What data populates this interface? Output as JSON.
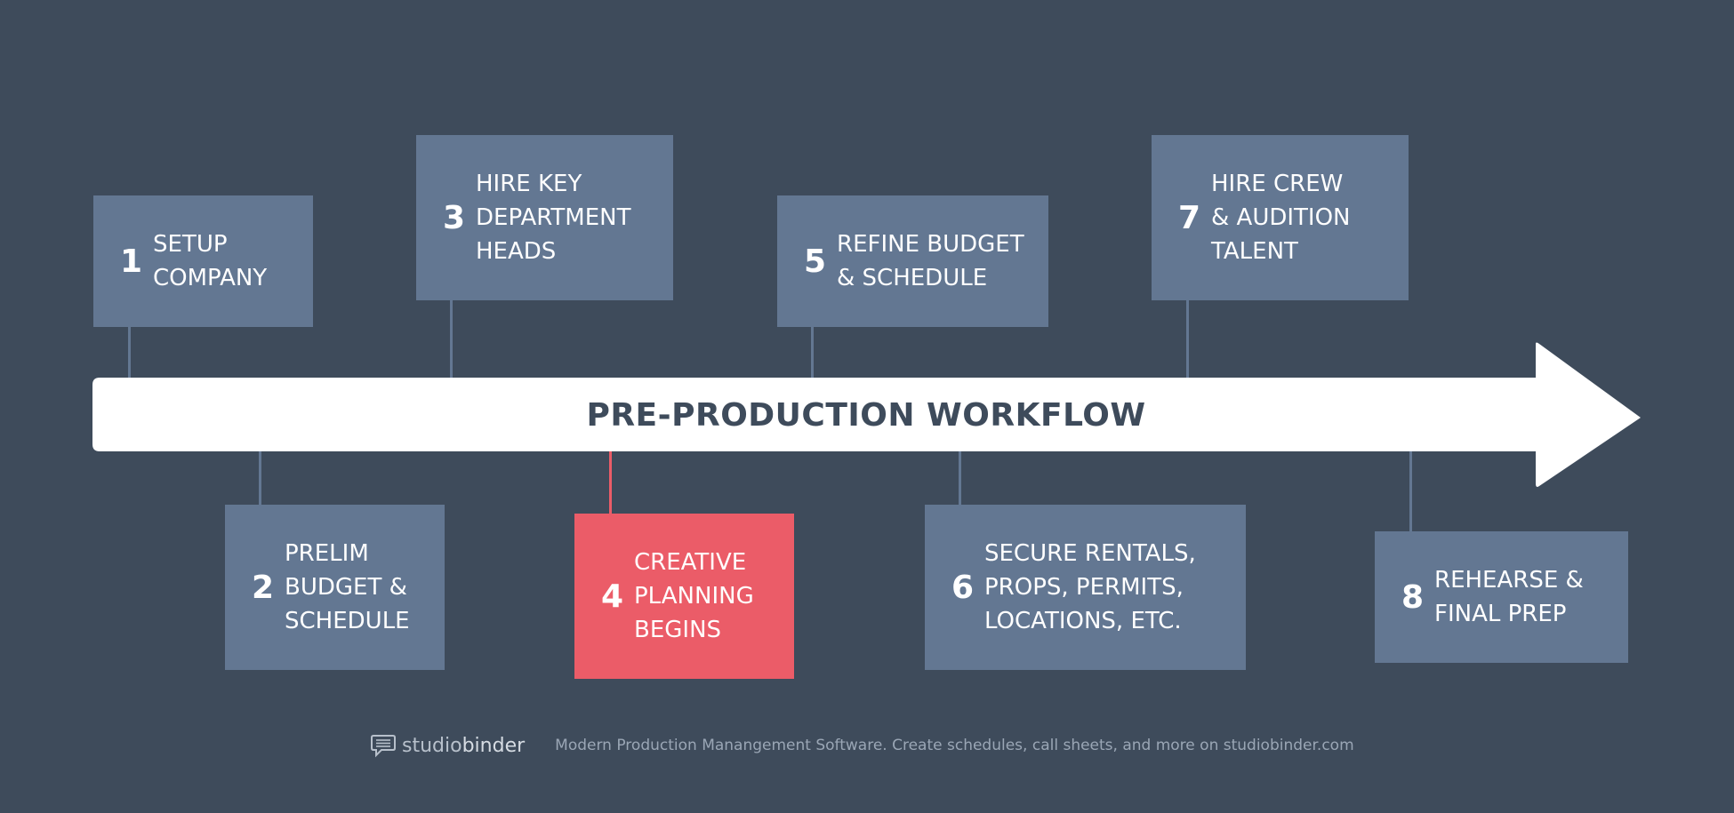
{
  "banner": {
    "title": "PRE-PRODUCTION WORKFLOW"
  },
  "steps": [
    {
      "number": "1",
      "label": "SETUP\nCOMPANY"
    },
    {
      "number": "2",
      "label": "PRELIM\nBUDGET &\nSCHEDULE"
    },
    {
      "number": "3",
      "label": "HIRE KEY\nDEPARTMENT\nHEADS"
    },
    {
      "number": "4",
      "label": "CREATIVE\nPLANNING\nBEGINS"
    },
    {
      "number": "5",
      "label": "REFINE BUDGET\n& SCHEDULE"
    },
    {
      "number": "6",
      "label": "SECURE RENTALS,\nPROPS, PERMITS,\nLOCATIONS, ETC."
    },
    {
      "number": "7",
      "label": "HIRE CREW\n& AUDITION\nTALENT"
    },
    {
      "number": "8",
      "label": "REHEARSE &\nFINAL PREP"
    }
  ],
  "footer": {
    "brand_left": "studio",
    "brand_right": "binder",
    "tagline": "Modern Production Manangement Software.  Create schedules, call sheets, and more on studiobinder.com"
  },
  "colors": {
    "background": "#3e4b5b",
    "box": "#637792",
    "highlight": "#eb5c68",
    "arrow": "#ffffff",
    "title_text": "#3e4b5b"
  }
}
